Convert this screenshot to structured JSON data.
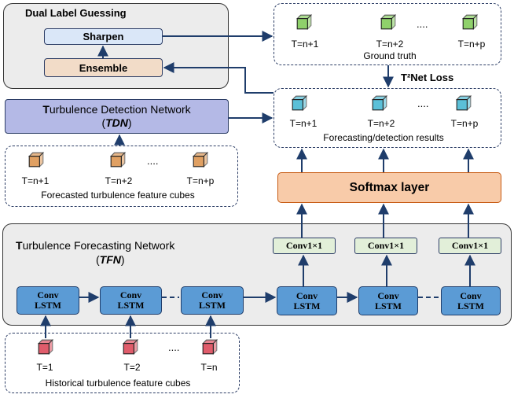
{
  "label_guessing": {
    "title": "Dual Label Guessing",
    "sharpen": "Sharpen",
    "ensemble": "Ensemble"
  },
  "ground_truth": {
    "labels": [
      "T=n+1",
      "T=n+2",
      "T=n+p"
    ],
    "ellipsis": "....",
    "caption": "Ground truth"
  },
  "loss_label": "T²Net Loss",
  "results": {
    "labels": [
      "T=n+1",
      "T=n+2",
      "T=n+p"
    ],
    "ellipsis": "....",
    "caption": "Forecasting/detection results"
  },
  "tdn": {
    "title_initial": "T",
    "title_rest": "urbulence Detection Network",
    "abbr_open": "(",
    "abbr": "TDN",
    "abbr_close": ")"
  },
  "forecasted": {
    "labels": [
      "T=n+1",
      "T=n+2",
      "T=n+p"
    ],
    "ellipsis": "....",
    "caption": "Forecasted turbulence feature cubes"
  },
  "softmax_label": "Softmax layer",
  "tfn": {
    "title_initial": "T",
    "title_rest": "urbulence Forecasting Network",
    "abbr_open": "(",
    "abbr": "TFN",
    "abbr_close": ")"
  },
  "conv1x1_label": "Conv1×1",
  "convlstm_label": {
    "line1": "Conv",
    "line2": "LSTM"
  },
  "historical": {
    "labels": [
      "T=1",
      "T=2",
      "T=n"
    ],
    "ellipsis": "....",
    "caption": "Historical turbulence feature cubes"
  },
  "colors": {
    "gt_cube": "#8fd16b",
    "result_cube": "#5bc0d8",
    "forecast_cube": "#e0a062",
    "hist_cube": "#e05c6b",
    "softmax": "#f8cba9",
    "tdn": "#b4b9e6",
    "arrow": "#1f3d6b"
  }
}
